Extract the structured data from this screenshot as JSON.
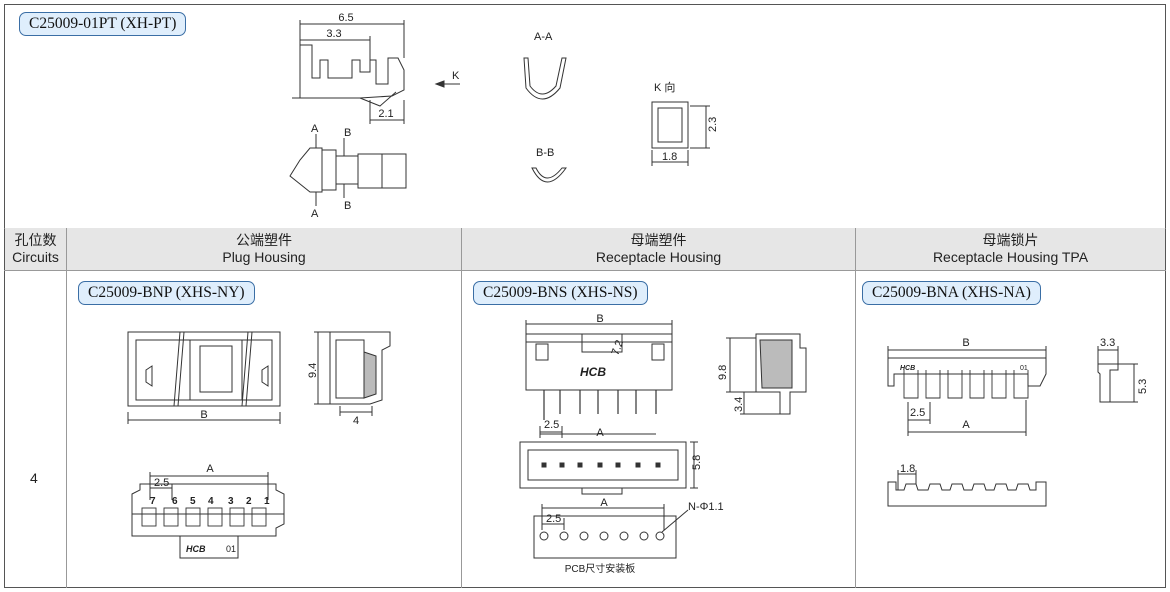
{
  "title_part": "C25009-01PT (XH-PT)",
  "table": {
    "col_circuits": {
      "cn": "孔位数",
      "en": "Circuits"
    },
    "col_plug": {
      "cn": "公端塑件",
      "en": "Plug Housing"
    },
    "col_receptacle": {
      "cn": "母端塑件",
      "en": "Receptacle Housing"
    },
    "col_tpa": {
      "cn": "母端锁片",
      "en": "Receptacle Housing TPA"
    },
    "circuits_value": "4"
  },
  "parts": {
    "plug": "C25009-BNP (XHS-NY)",
    "receptacle": "C25009-BNS (XHS-NS)",
    "tpa": "C25009-BNA (XHS-NA)"
  },
  "terminal_dims": {
    "d65": "6.5",
    "d33": "3.3",
    "d21": "2.1",
    "d23": "2.3",
    "d18": "1.8",
    "k": "K",
    "aa": "A-A",
    "bb": "B-B",
    "kview": "K 向",
    "a": "A",
    "b": "B"
  },
  "plug_dims": {
    "b": "B",
    "a": "A",
    "d94": "9.4",
    "d4": "4",
    "d25": "2.5",
    "logo": "HCB",
    "num": "01",
    "pins": [
      "7",
      "6",
      "5",
      "4",
      "3",
      "2",
      "1"
    ]
  },
  "rec_dims": {
    "b": "B",
    "a": "A",
    "a2": "A",
    "d72": "7.2",
    "d98": "9.8",
    "d34": "3.4",
    "d25": "2.5",
    "d58": "5.8",
    "d25b": "2.5",
    "hole": "N-Φ1.1",
    "pcb": "PCB尺寸安装板",
    "logo": "HCB"
  },
  "tpa_dims": {
    "b": "B",
    "a": "A",
    "d33": "3.3",
    "d53": "5.3",
    "d25": "2.5",
    "d18": "1.8",
    "logo": "HCB",
    "num": "01"
  },
  "colors": {
    "pill_bg": "#dfeefc",
    "pill_border": "#3a6ea5",
    "header_bg": "#e6e6e6"
  }
}
